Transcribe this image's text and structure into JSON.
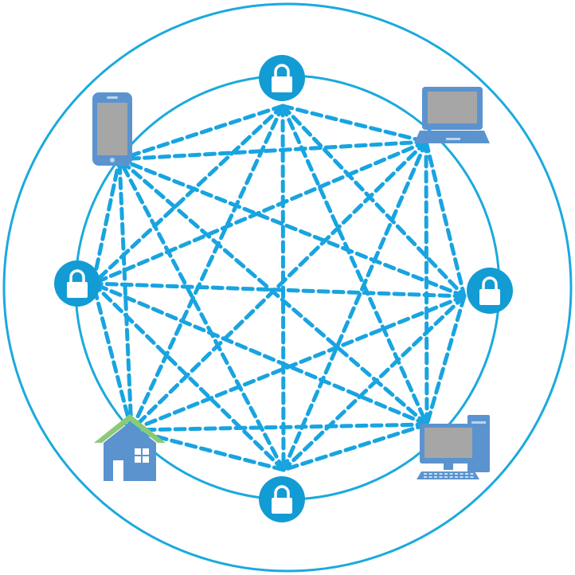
{
  "colors": {
    "ring": "#1ba9df",
    "mesh": "#18a4e0",
    "lock_badge": "#139bd4",
    "lock_glyph": "#ffffff",
    "device_blue": "#5b93cf",
    "device_screen": "#a6a6a6",
    "roof_green": "#8bc97a",
    "background": "#ffffff"
  },
  "nodes": [
    {
      "id": "lock-top",
      "kind": "lock",
      "icon": "padlock-icon"
    },
    {
      "id": "laptop",
      "kind": "laptop",
      "icon": "laptop-icon"
    },
    {
      "id": "lock-right",
      "kind": "lock",
      "icon": "padlock-icon"
    },
    {
      "id": "desktop",
      "kind": "desktop",
      "icon": "desktop-computer-icon"
    },
    {
      "id": "lock-bottom",
      "kind": "lock",
      "icon": "padlock-icon"
    },
    {
      "id": "house",
      "kind": "house",
      "icon": "house-icon"
    },
    {
      "id": "lock-left",
      "kind": "lock",
      "icon": "padlock-icon"
    },
    {
      "id": "phone",
      "kind": "phone",
      "icon": "smartphone-icon"
    }
  ],
  "connections": "full-mesh",
  "line_style": "dashed"
}
